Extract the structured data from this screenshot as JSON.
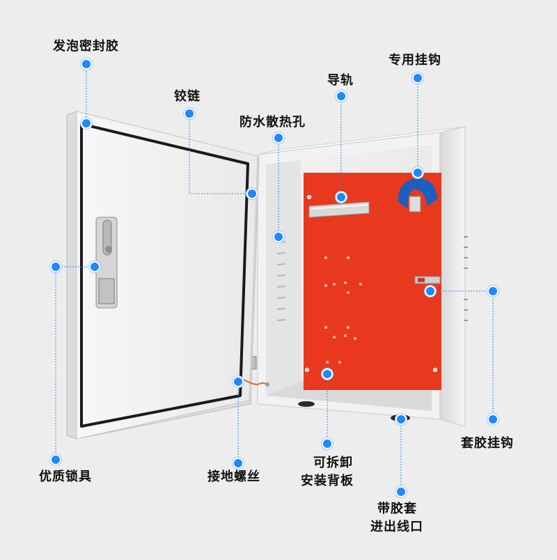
{
  "labels": {
    "foam_seal": "发泡密封胶",
    "hinge": "铰链",
    "rail": "导轨",
    "special_hook": "专用挂钩",
    "vent_holes": "防水散热孔",
    "lock": "优质锁具",
    "ground_screw": "接地螺丝",
    "backplate_line1": "可拆卸",
    "backplate_line2": "安装背板",
    "rubber_sleeve_line1": "带胶套",
    "rubber_sleeve_line2": "进出线口",
    "sleeve_hook": "套胶挂钩"
  },
  "colors": {
    "accent": "#1e88ff",
    "backplate": "#e8391f",
    "cabinet": "#f4f4f4",
    "gasket": "#1a1a1a"
  }
}
